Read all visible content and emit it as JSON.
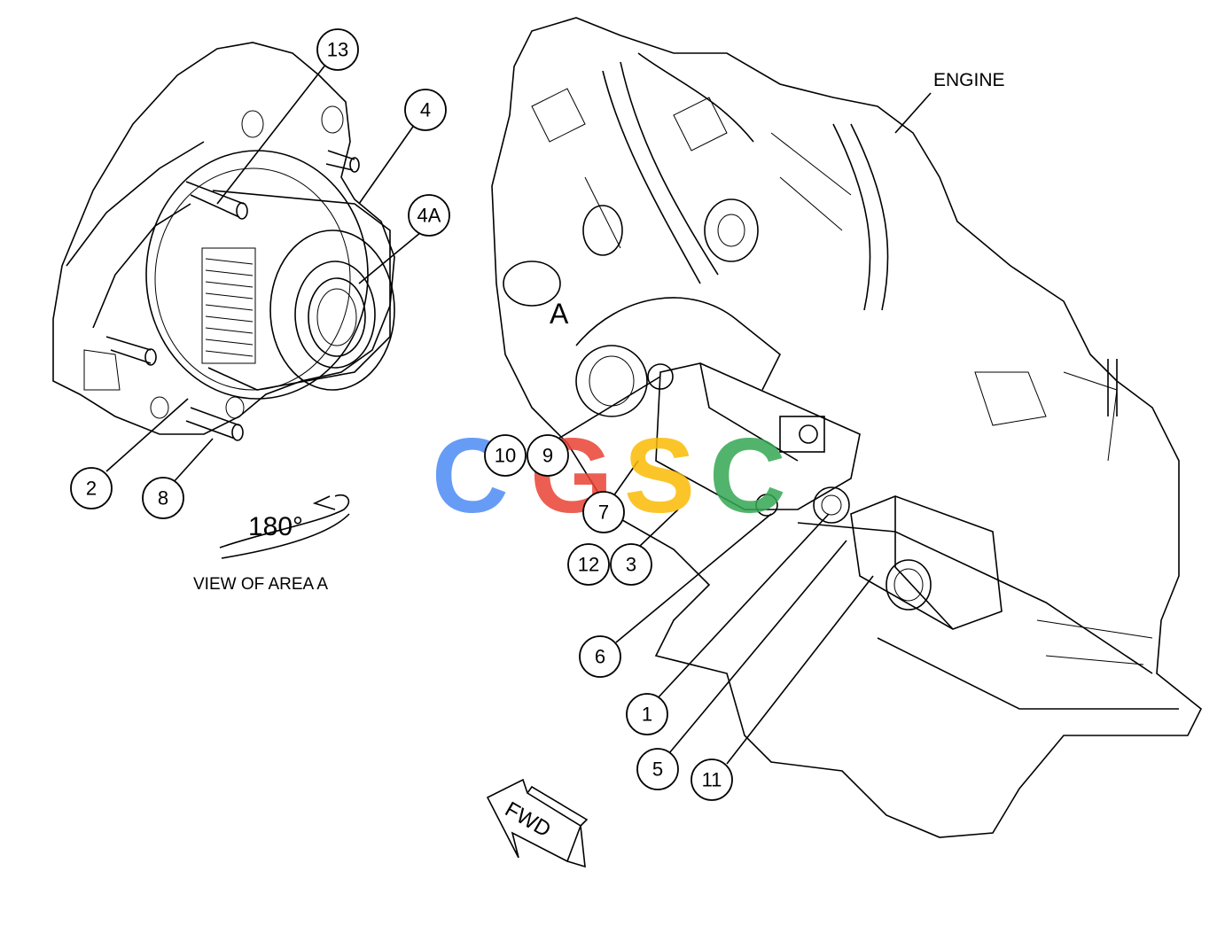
{
  "diagram": {
    "labels": {
      "engine": "ENGINE",
      "area_marker": "A",
      "rotation": "180°",
      "view_caption": "VIEW OF AREA  A",
      "forward": "FWD"
    },
    "callouts": [
      "1",
      "2",
      "3",
      "4",
      "4A",
      "5",
      "6",
      "7",
      "8",
      "9",
      "10",
      "11",
      "12",
      "13"
    ],
    "watermark": {
      "text": "CGSC",
      "letters": [
        {
          "char": "C",
          "color": "#4C8BF5"
        },
        {
          "char": "G",
          "color": "#EA4335"
        },
        {
          "char": "S",
          "color": "#FBBC05"
        },
        {
          "char": "C",
          "color": "#34A853"
        }
      ]
    }
  }
}
